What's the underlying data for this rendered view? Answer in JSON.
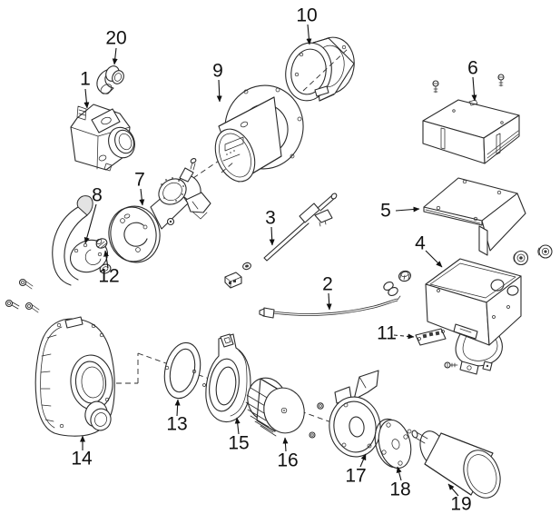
{
  "diagram": {
    "background": "#ffffff",
    "line_color": "#2b2b2b",
    "label_color": "#111111",
    "callouts": [
      {
        "number": "1"
      },
      {
        "number": "2"
      },
      {
        "number": "3"
      },
      {
        "number": "4"
      },
      {
        "number": "5"
      },
      {
        "number": "6"
      },
      {
        "number": "7"
      },
      {
        "number": "8"
      },
      {
        "number": "9"
      },
      {
        "number": "10"
      },
      {
        "number": "11"
      },
      {
        "number": "12"
      },
      {
        "number": "13"
      },
      {
        "number": "14"
      },
      {
        "number": "15"
      },
      {
        "number": "16"
      },
      {
        "number": "17"
      },
      {
        "number": "18"
      },
      {
        "number": "19"
      },
      {
        "number": "20"
      }
    ]
  }
}
